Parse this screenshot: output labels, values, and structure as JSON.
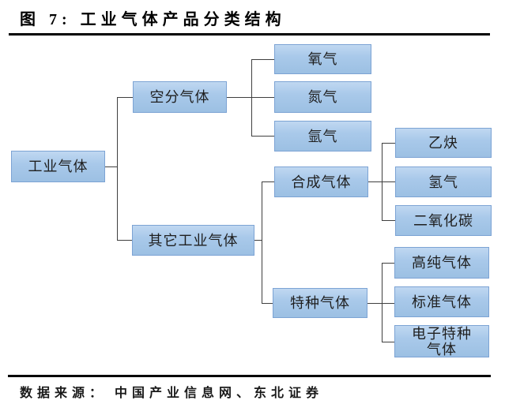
{
  "figure": {
    "title": "图 7: 工业气体产品分类结构",
    "source": "数据来源： 中国产业信息网、东北证券"
  },
  "tree": {
    "root": {
      "label": "工业气体",
      "children": [
        {
          "label": "空分气体",
          "children": [
            {
              "label": "氧气"
            },
            {
              "label": "氮气"
            },
            {
              "label": "氩气"
            }
          ]
        },
        {
          "label": "其它工业气体",
          "children": [
            {
              "label": "合成气体",
              "children": [
                {
                  "label": "乙炔"
                },
                {
                  "label": "氢气"
                },
                {
                  "label": "二氧化碳"
                }
              ]
            },
            {
              "label": "特种气体",
              "children": [
                {
                  "label": "高纯气体"
                },
                {
                  "label": "标准气体"
                },
                {
                  "label": "电子特种\n气体"
                }
              ]
            }
          ]
        }
      ]
    }
  },
  "colors": {
    "node_fill_top": "#c0d8f1",
    "node_fill_bottom": "#9cc0e3",
    "node_border": "#7ca3d4",
    "connector": "#3f3f3f",
    "rule": "#000000",
    "text": "#1f1f1f"
  }
}
